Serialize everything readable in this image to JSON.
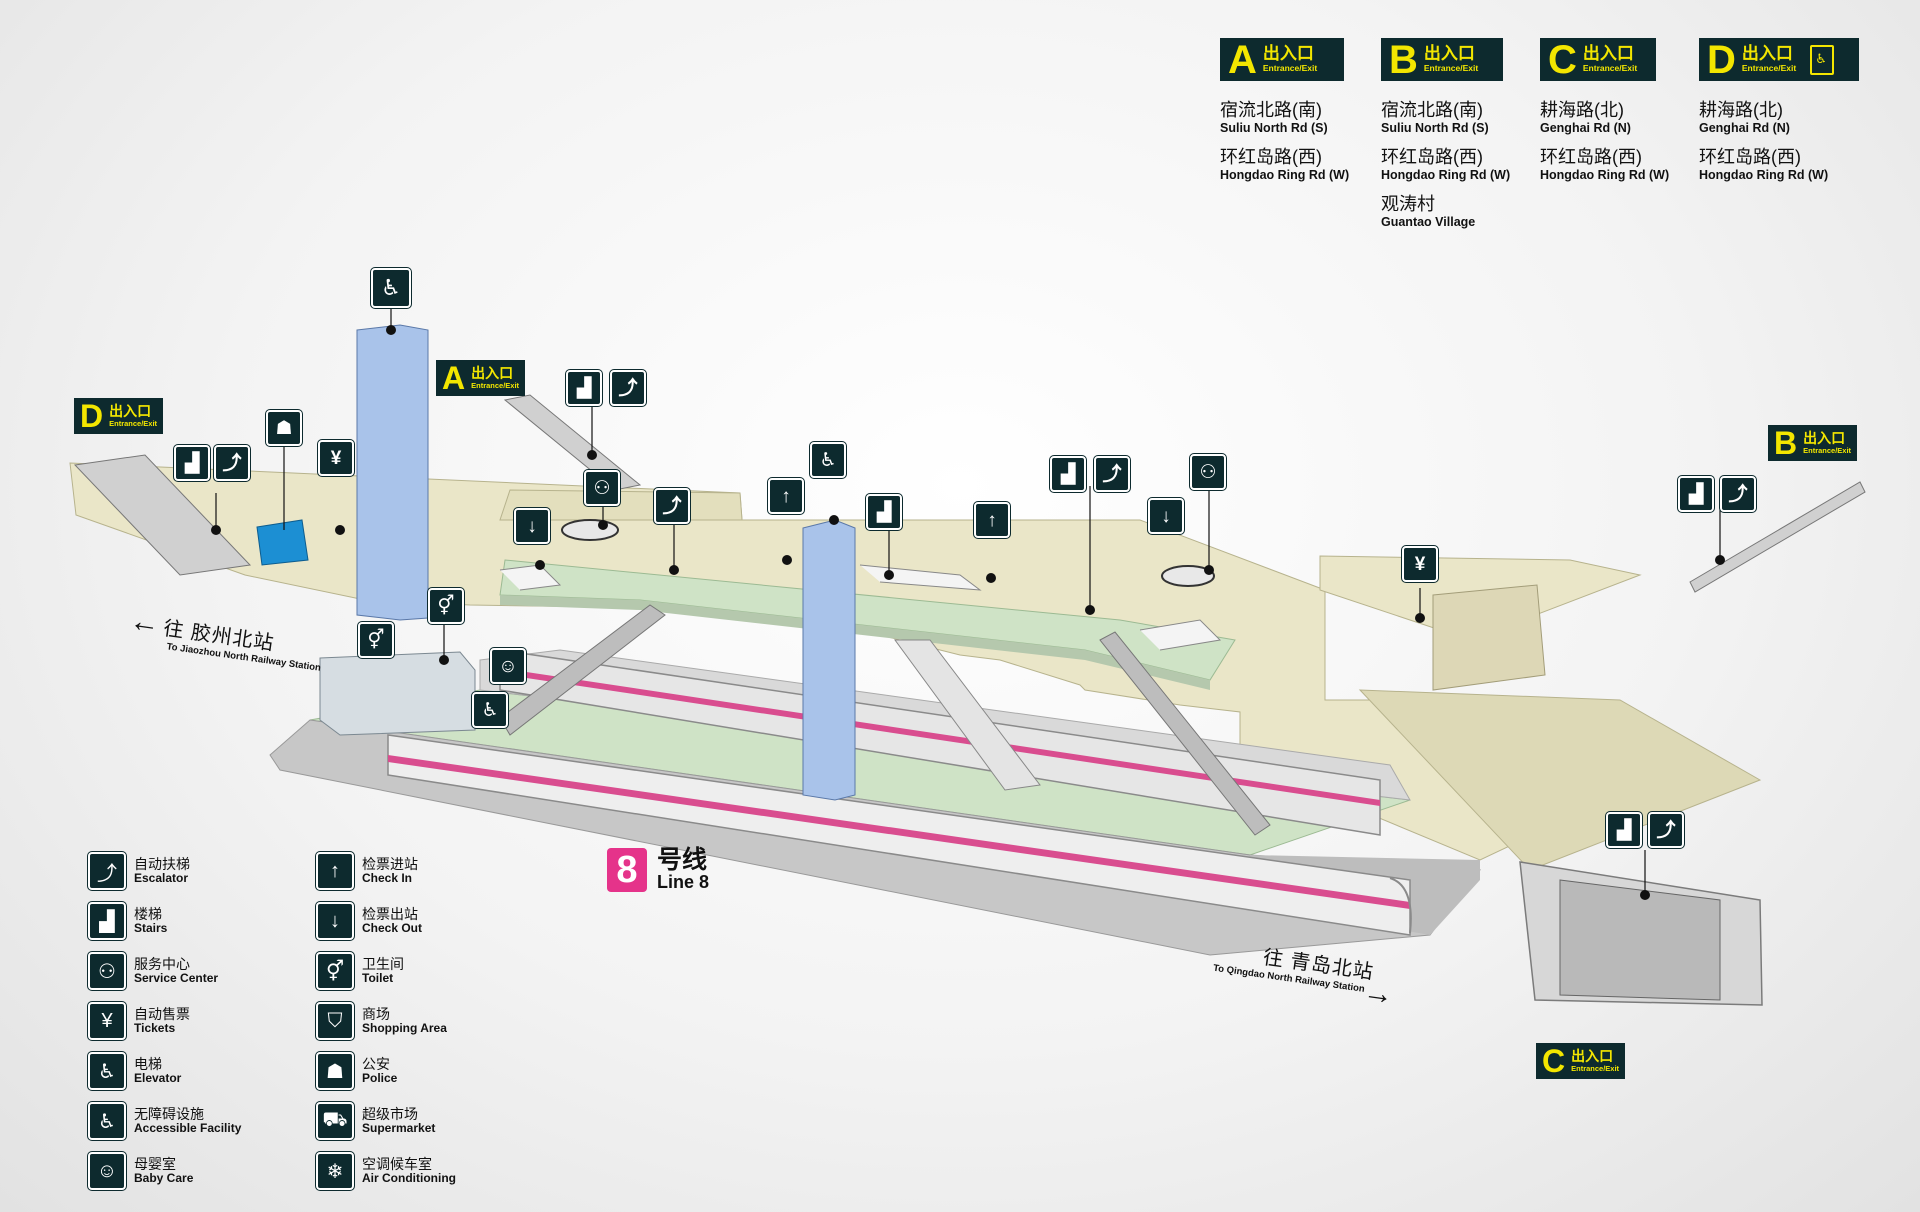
{
  "exits_header": [
    {
      "letter": "A",
      "label_cn": "出入口",
      "label_en": "Entrance/Exit",
      "lift": false,
      "streets": [
        {
          "cn": "宿流北路(南)",
          "en": "Suliu North Rd (S)"
        },
        {
          "cn": "环红岛路(西)",
          "en": "Hongdao Ring Rd (W)"
        }
      ]
    },
    {
      "letter": "B",
      "label_cn": "出入口",
      "label_en": "Entrance/Exit",
      "lift": false,
      "streets": [
        {
          "cn": "宿流北路(南)",
          "en": "Suliu North Rd (S)"
        },
        {
          "cn": "环红岛路(西)",
          "en": "Hongdao Ring Rd (W)"
        },
        {
          "cn": "观涛村",
          "en": "Guantao Village"
        }
      ]
    },
    {
      "letter": "C",
      "label_cn": "出入口",
      "label_en": "Entrance/Exit",
      "lift": false,
      "streets": [
        {
          "cn": "耕海路(北)",
          "en": "Genghai Rd (N)"
        },
        {
          "cn": "环红岛路(西)",
          "en": "Hongdao Ring Rd (W)"
        }
      ]
    },
    {
      "letter": "D",
      "label_cn": "出入口",
      "label_en": "Entrance/Exit",
      "lift": true,
      "streets": [
        {
          "cn": "耕海路(北)",
          "en": "Genghai Rd (N)"
        },
        {
          "cn": "环红岛路(西)",
          "en": "Hongdao Ring Rd (W)"
        }
      ]
    }
  ],
  "map_exits": [
    {
      "letter": "A",
      "cn": "出入口",
      "en": "Entrance/Exit"
    },
    {
      "letter": "D",
      "cn": "出入口",
      "en": "Entrance/Exit"
    },
    {
      "letter": "B",
      "cn": "出入口",
      "en": "Entrance/Exit"
    },
    {
      "letter": "C",
      "cn": "出入口",
      "en": "Entrance/Exit"
    }
  ],
  "directions": {
    "west": {
      "cn": "往 胶州北站",
      "en": "To Jiaozhou North Railway Station",
      "arrow": "←"
    },
    "east": {
      "cn": "往 青岛北站",
      "en": "To Qingdao North Railway Station",
      "arrow": "→"
    }
  },
  "line": {
    "number": "8",
    "cn": "号线",
    "en": "Line 8",
    "color": "#e5338a"
  },
  "legend": [
    {
      "icon": "escalator-icon",
      "glyph": "⤴",
      "cn": "自动扶梯",
      "en": "Escalator"
    },
    {
      "icon": "stairs-icon",
      "glyph": "▟",
      "cn": "楼梯",
      "en": "Stairs"
    },
    {
      "icon": "service-center-icon",
      "glyph": "⚇",
      "cn": "服务中心",
      "en": "Service Center"
    },
    {
      "icon": "tickets-icon",
      "glyph": "¥",
      "cn": "自动售票",
      "en": "Tickets"
    },
    {
      "icon": "elevator-icon",
      "glyph": "♿",
      "cn": "电梯",
      "en": "Elevator"
    },
    {
      "icon": "accessible-icon",
      "glyph": "♿",
      "cn": "无障碍设施",
      "en": "Accessible Facility"
    },
    {
      "icon": "baby-care-icon",
      "glyph": "☺",
      "cn": "母婴室",
      "en": "Baby Care"
    },
    {
      "icon": "check-in-icon",
      "glyph": "↑",
      "cn": "检票进站",
      "en": "Check In"
    },
    {
      "icon": "check-out-icon",
      "glyph": "↓",
      "cn": "检票出站",
      "en": "Check Out"
    },
    {
      "icon": "toilet-icon",
      "glyph": "⚥",
      "cn": "卫生间",
      "en": "Toilet"
    },
    {
      "icon": "shopping-icon",
      "glyph": "⛉",
      "cn": "商场",
      "en": "Shopping Area"
    },
    {
      "icon": "police-icon",
      "glyph": "☗",
      "cn": "公安",
      "en": "Police"
    },
    {
      "icon": "supermarket-icon",
      "glyph": "⛟",
      "cn": "超级市场",
      "en": "Supermarket"
    },
    {
      "icon": "air-conditioning-icon",
      "glyph": "❄",
      "cn": "空调候车室",
      "en": "Air Conditioning"
    }
  ],
  "map_icons": [
    {
      "name": "elevator-icon",
      "glyph": "♿"
    },
    {
      "name": "stairs-icon",
      "glyph": "▟"
    },
    {
      "name": "escalator-icon",
      "glyph": "⤴"
    },
    {
      "name": "police-icon",
      "glyph": "☗"
    },
    {
      "name": "tickets-icon",
      "glyph": "¥"
    },
    {
      "name": "check-out-icon",
      "glyph": "↓"
    },
    {
      "name": "service-center-icon",
      "glyph": "⚇"
    },
    {
      "name": "check-in-icon",
      "glyph": "↑"
    },
    {
      "name": "toilet-icon",
      "glyph": "⚥"
    },
    {
      "name": "accessible-icon",
      "glyph": "♿"
    },
    {
      "name": "baby-care-icon",
      "glyph": "☺"
    }
  ]
}
